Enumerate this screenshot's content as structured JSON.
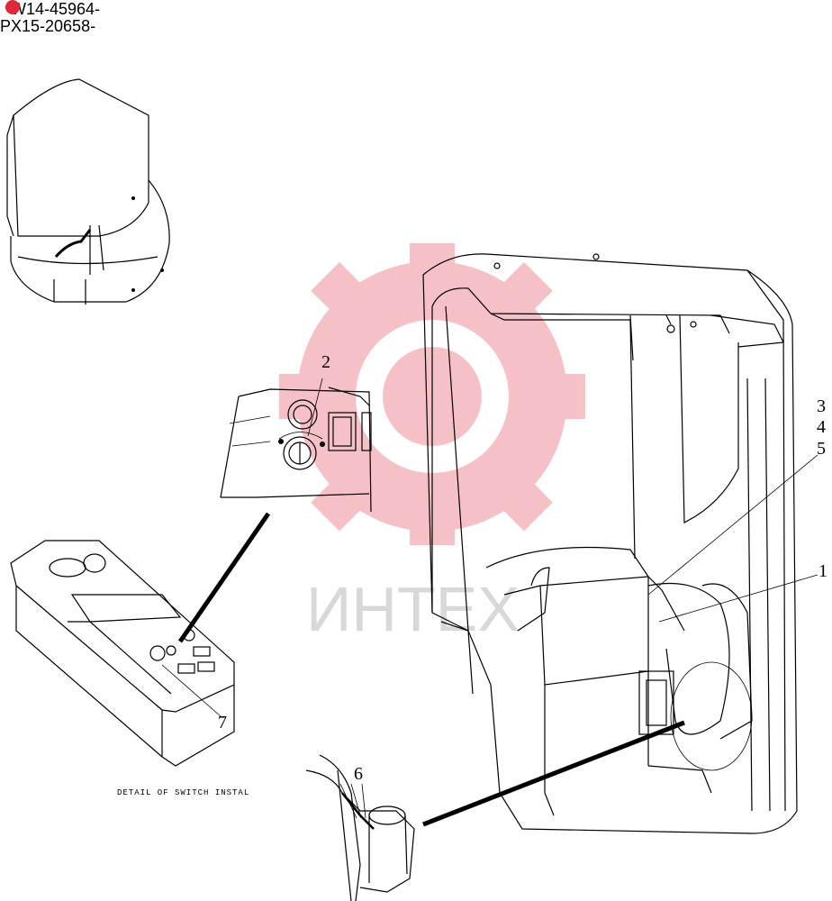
{
  "serials": [
    "W14-45964-",
    "PX15-20658-"
  ],
  "callouts": [
    "1",
    "2",
    "3",
    "4",
    "5",
    "6",
    "7"
  ],
  "caption": "DETAIL OF SWITCH INSTAL",
  "watermark": "ИНТЕХ",
  "colors": {
    "marker": "#e0283a",
    "watermark": "#f4b7bd"
  }
}
